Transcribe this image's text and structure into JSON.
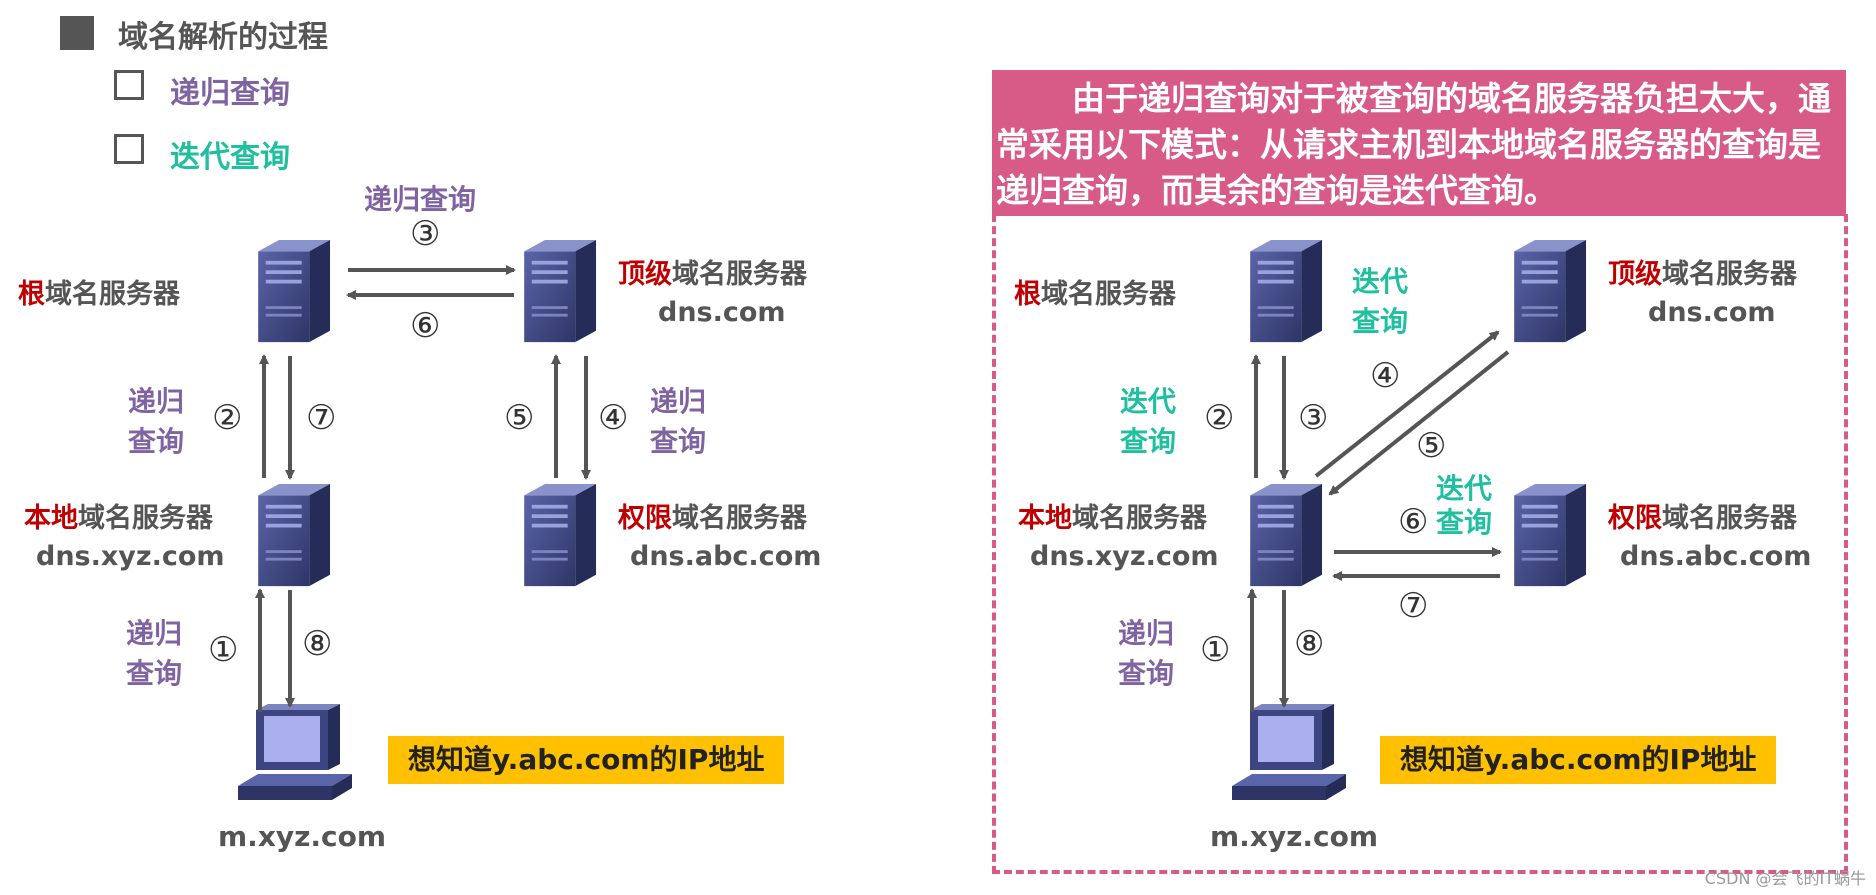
{
  "title": "域名解析的过程",
  "options": {
    "recursive": "递归查询",
    "iterative": "迭代查询"
  },
  "common": {
    "root_hl": "根",
    "root_rest": "域名服务器",
    "top_hl": "顶级",
    "top_rest": "域名服务器",
    "top_host": "dns.com",
    "local_hl": "本地",
    "local_rest": "域名服务器",
    "local_host": "dns.xyz.com",
    "auth_hl": "权限",
    "auth_rest": "域名服务器",
    "auth_host": "dns.abc.com",
    "client_host": "m.xyz.com",
    "goal": "想知道y.abc.com的IP地址",
    "q_line1": "递归",
    "q_line2": "查询",
    "i_line1": "迭代",
    "i_line2": "查询",
    "i_full": "迭代查询"
  },
  "left": {
    "top_label": "递归查询",
    "steps": [
      "①",
      "②",
      "③",
      "④",
      "⑤",
      "⑥",
      "⑦",
      "⑧"
    ]
  },
  "right": {
    "note": "由于递归查询对于被查询的域名服务器负担太大，通常采用以下模式：从请求主机到本地域名服务器的查询是递归查询，而其余的查询是迭代查询。",
    "steps": [
      "①",
      "②",
      "③",
      "④",
      "⑤",
      "⑥",
      "⑦",
      "⑧"
    ]
  },
  "watermark": "CSDN @会飞的IT蜗牛",
  "colors": {
    "accent_red": "#c00000",
    "recursive_purple": "#8064a2",
    "iterative_teal": "#1fbf9f",
    "note_pink": "#d85b87",
    "goal_yellow": "#ffc000",
    "arrow_gray": "#555555",
    "server_blue": "#3d4580"
  }
}
